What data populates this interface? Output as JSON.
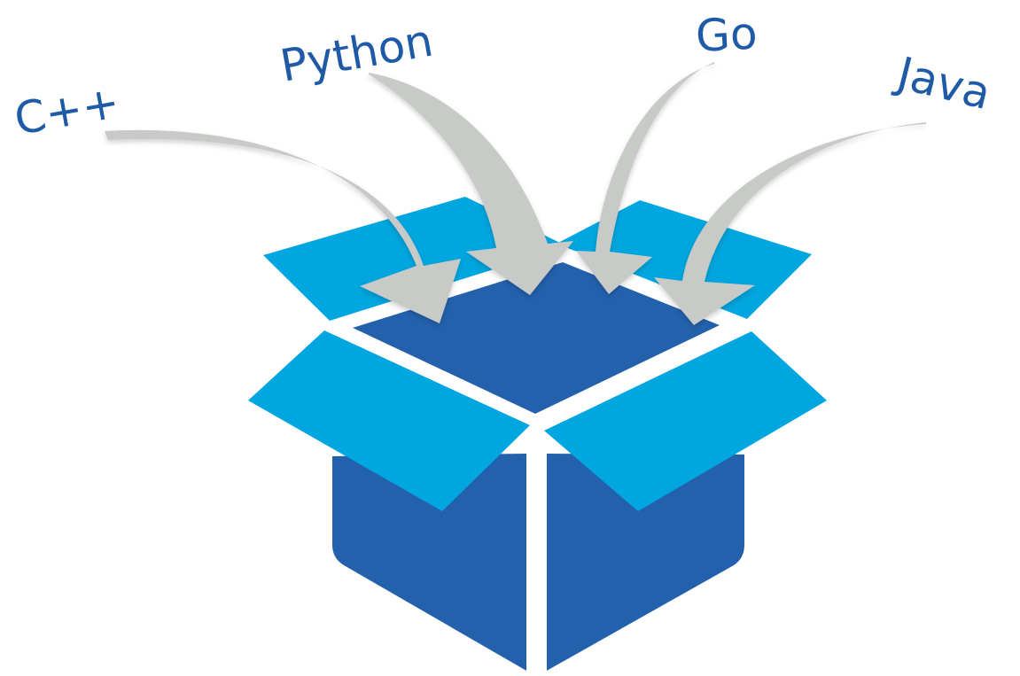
{
  "labels": {
    "cpp": "C++",
    "python": "Python",
    "go": "Go",
    "java": "Java"
  },
  "colors": {
    "text": "#1f5aa6",
    "box_dark": "#2361ad",
    "box_light": "#00a6df",
    "arrow": "#c8cac8",
    "background": "#ffffff"
  }
}
